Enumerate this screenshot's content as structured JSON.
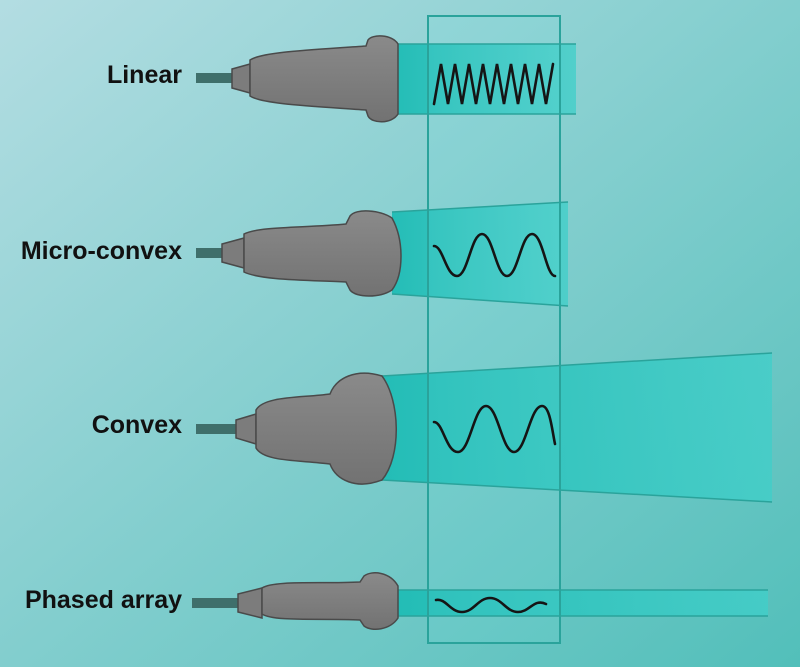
{
  "probes": [
    {
      "id": "linear",
      "label": "Linear"
    },
    {
      "id": "micro-convex",
      "label": "Micro-convex"
    },
    {
      "id": "convex",
      "label": "Convex"
    },
    {
      "id": "phased-array",
      "label": "Phased array"
    }
  ],
  "colors": {
    "background_top_left": "#b3dde2",
    "background_bottom_right": "#52bfba",
    "probe_body": "#7c7c7c",
    "probe_outline": "#4a4a4a",
    "cable": "#3f6f6b",
    "beam": "#3fc9c4",
    "frame": "#2aa39b",
    "wave": "#151515",
    "label_text": "#111111"
  },
  "icons": {
    "probe": "ultrasound-transducer-icon",
    "wave": "sine-wave-icon"
  }
}
